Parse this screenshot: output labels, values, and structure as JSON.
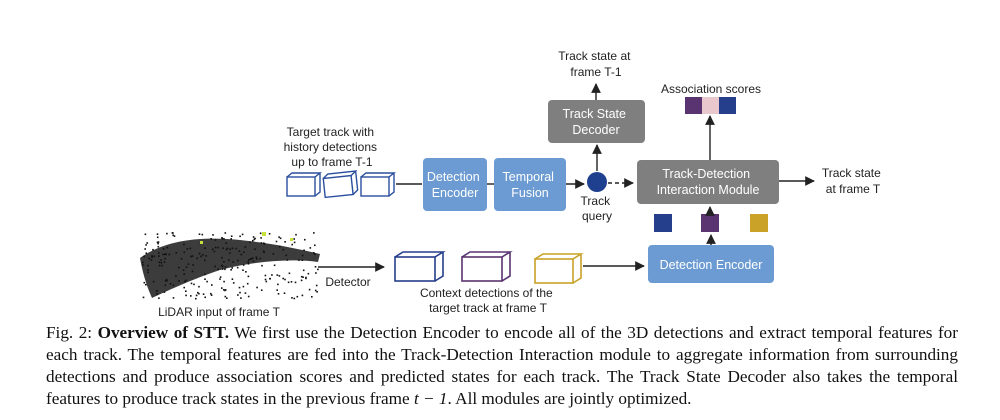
{
  "diagram": {
    "inputs": {
      "target_track": [
        "Target track with",
        "history detections",
        "up to frame T-1"
      ],
      "lidar": "LiDAR input of frame T",
      "detector": "Detector",
      "context": [
        "Context detections of the",
        "target track at frame T"
      ]
    },
    "modules": {
      "detection_encoder_top": [
        "Detection",
        "Encoder"
      ],
      "temporal_fusion": [
        "Temporal",
        "Fusion"
      ],
      "track_state_decoder": [
        "Track State",
        "Decoder"
      ],
      "interaction_module": [
        "Track-Detection",
        "Interaction Module"
      ],
      "detection_encoder_bottom": "Detection Encoder"
    },
    "outputs": {
      "track_state_prev": [
        "Track state at",
        "frame  T-1"
      ],
      "association_scores": "Association scores",
      "track_state_now": [
        "Track state",
        "at frame T"
      ],
      "track_query": [
        "Track",
        "query"
      ]
    },
    "colors": {
      "module_blue": "#6b9bd2",
      "module_gray": "#7f7f7f",
      "query_dot": "#1f3f8f",
      "det_navy": "#263f8c",
      "det_purple": "#5a3470",
      "det_gold": "#c9a227",
      "score_pink": "#e8c8cc"
    }
  },
  "caption": {
    "fig_label": "Fig. 2:",
    "title": "Overview of STT.",
    "text_1": " We first use the Detection Encoder to encode all of the 3D detections and extract temporal features for each track. The temporal features are fed into the Track-Detection Interaction module to aggregate information from surrounding detections and produce association scores and predicted states for each track. The Track State Decoder also takes the temporal features to produce track states in the previous frame ",
    "math": "t − 1",
    "text_2": ". All modules are jointly optimized."
  }
}
